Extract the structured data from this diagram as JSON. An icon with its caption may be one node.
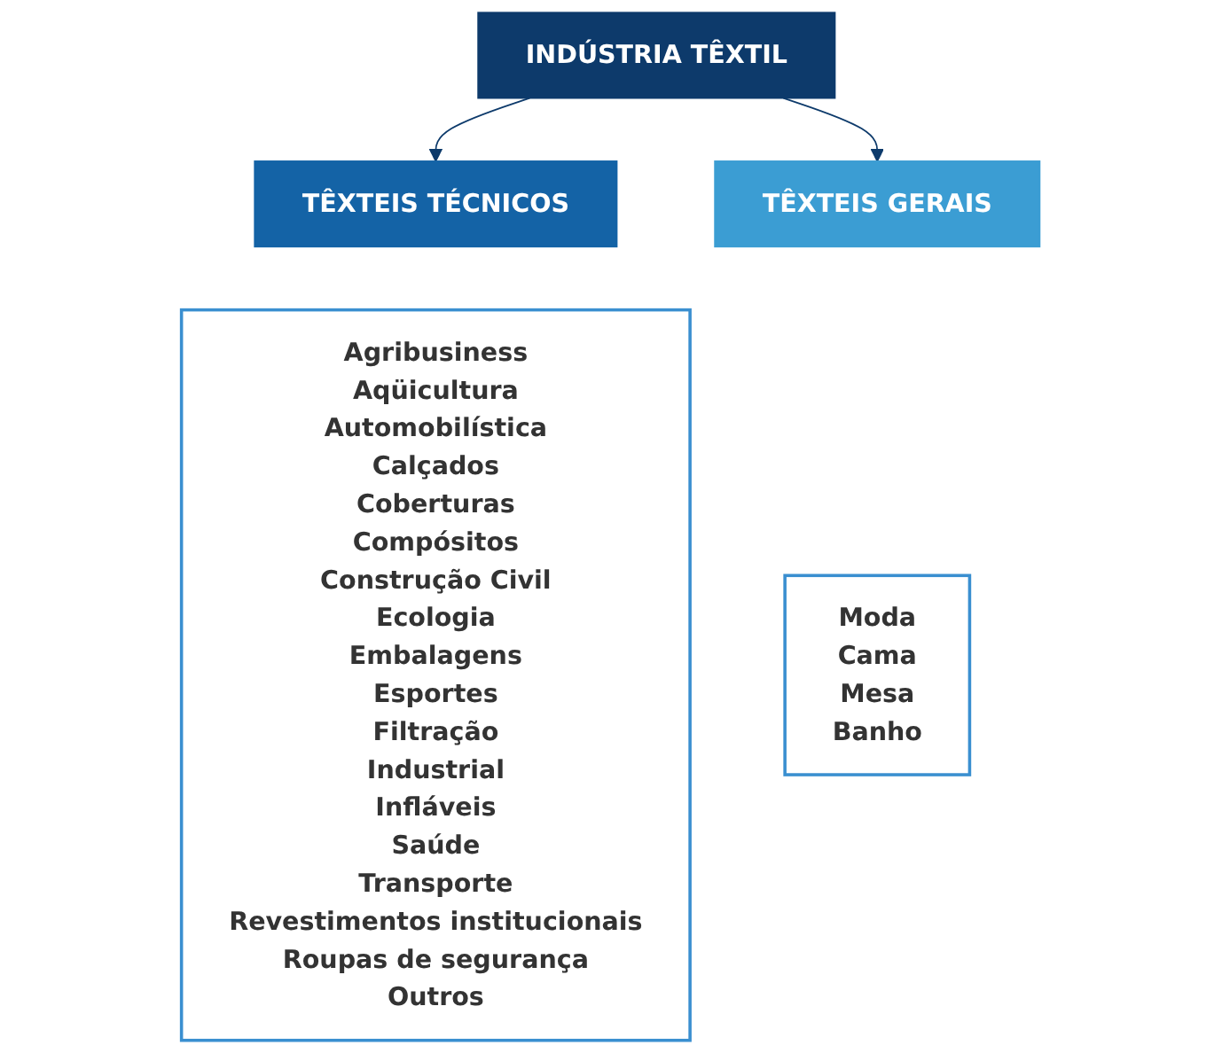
{
  "diagram": {
    "nodes": [
      {
        "text": [
          "INDÚSTRIA TÊXTIL"
        ]
      },
      {
        "text": [
          "TÊXTEIS TÉCNICOS"
        ]
      },
      {
        "text": [
          "TÊXTEIS GERAIS"
        ]
      },
      {
        "text": [
          "Agribusiness",
          "Aqüicultura",
          "Automobilística",
          "Calçados",
          "Coberturas",
          "Compósitos",
          "Construção Civil",
          "Ecologia",
          "Embalagens",
          "Esportes",
          "Filtração",
          "Industrial",
          "Infláveis",
          "Saúde",
          "Transporte",
          "Revestimentos institucionais",
          "Roupas de segurança",
          "Outros"
        ]
      },
      {
        "text": [
          "Moda",
          "Cama",
          "Mesa",
          "Banho"
        ]
      }
    ],
    "edges": [
      {
        "from": 0,
        "to": 1,
        "arrow": "to"
      },
      {
        "from": 0,
        "to": 2,
        "arrow": "to"
      }
    ]
  }
}
